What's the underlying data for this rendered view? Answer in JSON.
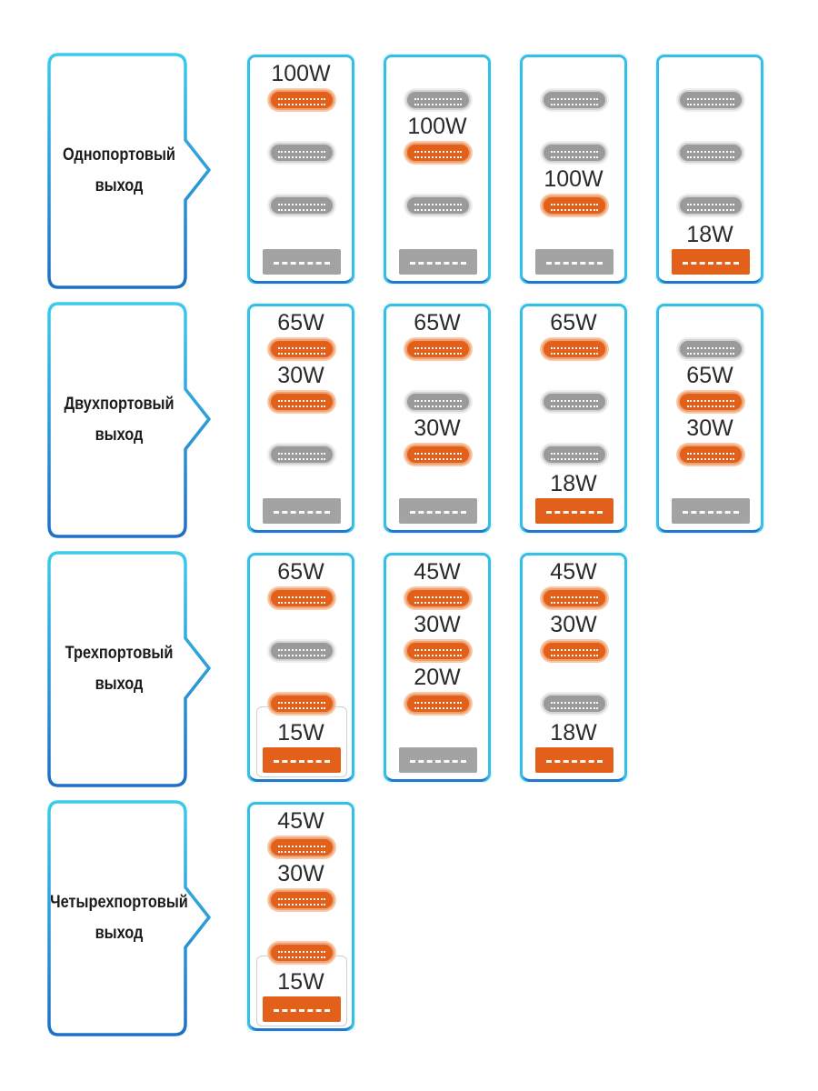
{
  "rows": [
    {
      "label_line1": "Однопортовый",
      "label_line2": "выход",
      "cards": [
        {
          "ports": [
            {
              "kind": "c",
              "active": true,
              "watt": "100W"
            },
            {
              "kind": "c",
              "active": false,
              "watt": ""
            },
            {
              "kind": "c",
              "active": false,
              "watt": ""
            },
            {
              "kind": "a",
              "active": false,
              "watt": ""
            }
          ]
        },
        {
          "ports": [
            {
              "kind": "c",
              "active": false,
              "watt": ""
            },
            {
              "kind": "c",
              "active": true,
              "watt": "100W"
            },
            {
              "kind": "c",
              "active": false,
              "watt": ""
            },
            {
              "kind": "a",
              "active": false,
              "watt": ""
            }
          ]
        },
        {
          "ports": [
            {
              "kind": "c",
              "active": false,
              "watt": ""
            },
            {
              "kind": "c",
              "active": false,
              "watt": ""
            },
            {
              "kind": "c",
              "active": true,
              "watt": "100W"
            },
            {
              "kind": "a",
              "active": false,
              "watt": ""
            }
          ]
        },
        {
          "ports": [
            {
              "kind": "c",
              "active": false,
              "watt": ""
            },
            {
              "kind": "c",
              "active": false,
              "watt": ""
            },
            {
              "kind": "c",
              "active": false,
              "watt": ""
            },
            {
              "kind": "a",
              "active": true,
              "watt": "18W"
            }
          ]
        }
      ]
    },
    {
      "label_line1": "Двухпортовый",
      "label_line2": "выход",
      "cards": [
        {
          "ports": [
            {
              "kind": "c",
              "active": true,
              "watt": "65W"
            },
            {
              "kind": "c",
              "active": true,
              "watt": "30W"
            },
            {
              "kind": "c",
              "active": false,
              "watt": ""
            },
            {
              "kind": "a",
              "active": false,
              "watt": ""
            }
          ]
        },
        {
          "ports": [
            {
              "kind": "c",
              "active": true,
              "watt": "65W"
            },
            {
              "kind": "c",
              "active": false,
              "watt": ""
            },
            {
              "kind": "c",
              "active": true,
              "watt": "30W"
            },
            {
              "kind": "a",
              "active": false,
              "watt": ""
            }
          ]
        },
        {
          "ports": [
            {
              "kind": "c",
              "active": true,
              "watt": "65W"
            },
            {
              "kind": "c",
              "active": false,
              "watt": ""
            },
            {
              "kind": "c",
              "active": false,
              "watt": ""
            },
            {
              "kind": "a",
              "active": true,
              "watt": "18W"
            }
          ]
        },
        {
          "ports": [
            {
              "kind": "c",
              "active": false,
              "watt": ""
            },
            {
              "kind": "c",
              "active": true,
              "watt": "65W"
            },
            {
              "kind": "c",
              "active": true,
              "watt": "30W"
            },
            {
              "kind": "a",
              "active": false,
              "watt": ""
            }
          ]
        }
      ]
    },
    {
      "label_line1": "Трехпортовый",
      "label_line2": "выход",
      "cards": [
        {
          "paired": true,
          "ports": [
            {
              "kind": "c",
              "active": true,
              "watt": "65W"
            },
            {
              "kind": "c",
              "active": false,
              "watt": ""
            },
            {
              "kind": "c",
              "active": true,
              "watt": ""
            },
            {
              "kind": "a",
              "active": true,
              "watt": "15W"
            }
          ]
        },
        {
          "ports": [
            {
              "kind": "c",
              "active": true,
              "watt": "45W"
            },
            {
              "kind": "c",
              "active": true,
              "watt": "30W"
            },
            {
              "kind": "c",
              "active": true,
              "watt": "20W"
            },
            {
              "kind": "a",
              "active": false,
              "watt": ""
            }
          ]
        },
        {
          "ports": [
            {
              "kind": "c",
              "active": true,
              "watt": "45W"
            },
            {
              "kind": "c",
              "active": true,
              "watt": "30W"
            },
            {
              "kind": "c",
              "active": false,
              "watt": ""
            },
            {
              "kind": "a",
              "active": true,
              "watt": "18W"
            }
          ]
        }
      ]
    },
    {
      "label_line1": "Четырехпортовый",
      "label_line2": "выход",
      "cards": [
        {
          "paired": true,
          "ports": [
            {
              "kind": "c",
              "active": true,
              "watt": "45W"
            },
            {
              "kind": "c",
              "active": true,
              "watt": "30W"
            },
            {
              "kind": "c",
              "active": true,
              "watt": ""
            },
            {
              "kind": "a",
              "active": true,
              "watt": "15W"
            }
          ]
        }
      ]
    }
  ]
}
